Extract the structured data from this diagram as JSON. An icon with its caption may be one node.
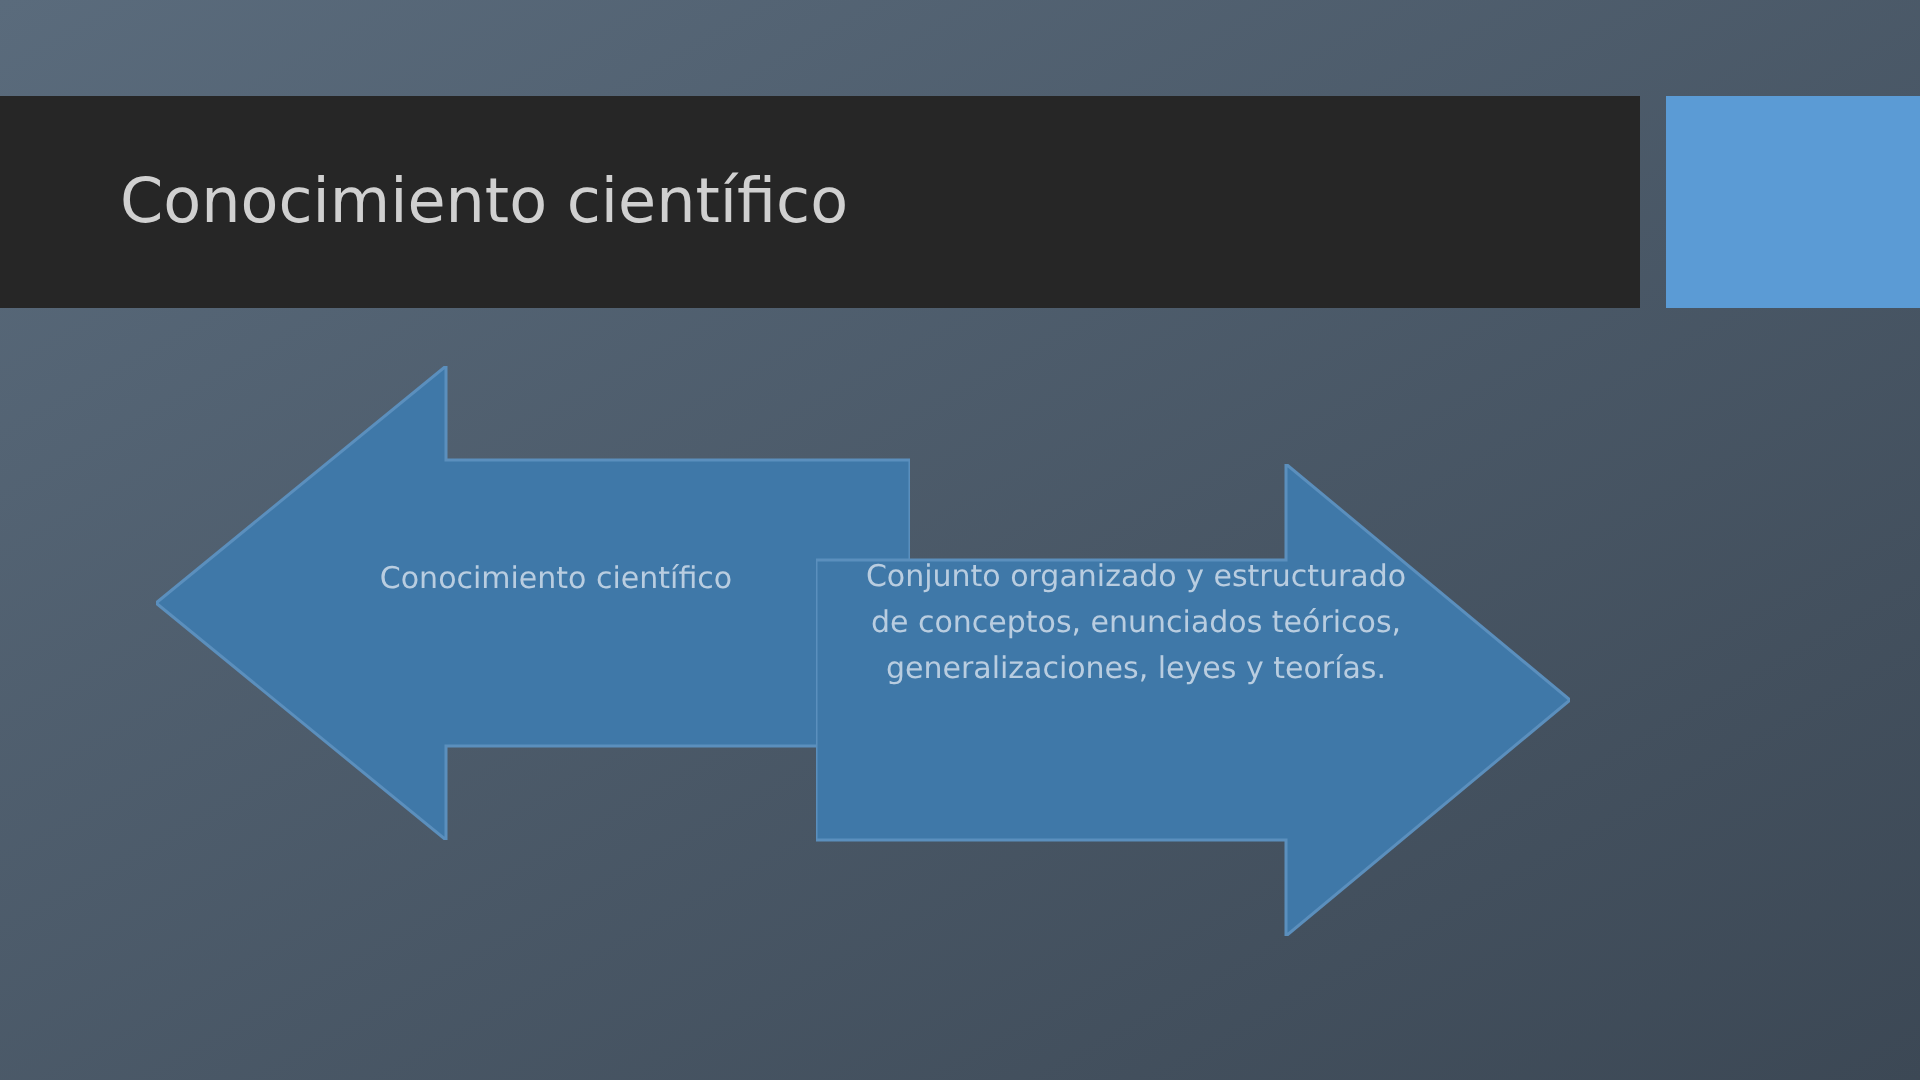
{
  "diagram": {
    "title": "Conocimiento científico",
    "nodes": [
      {
        "text": [
          "Conocimiento científico"
        ]
      },
      {
        "text": [
          "Conjunto organizado y estructurado de conceptos, enunciados teóricos, generalizaciones, leyes y teorías."
        ]
      }
    ]
  }
}
